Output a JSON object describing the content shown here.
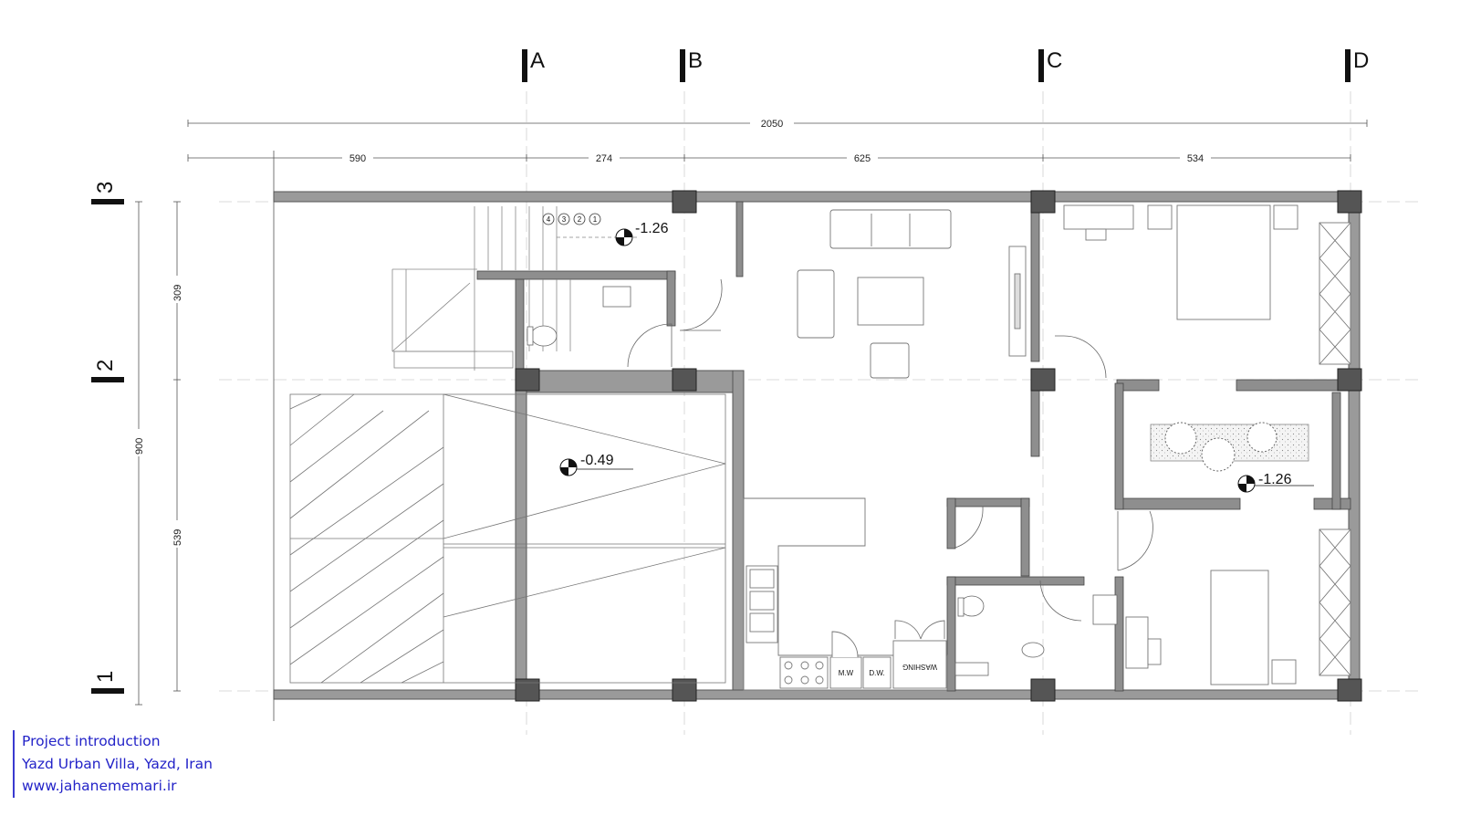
{
  "caption": {
    "line1": "Project introduction",
    "line2": "Yazd Urban Villa, Yazd, Iran",
    "line3": "www.jahanememari.ir"
  },
  "grid_axes": {
    "columns": [
      "A",
      "B",
      "C",
      "D"
    ],
    "rows": [
      "3",
      "2",
      "1"
    ]
  },
  "dimensions": {
    "overall_width": "2050",
    "col_spans": [
      "590",
      "274",
      "625",
      "534"
    ],
    "overall_depth": "900",
    "row_spans": [
      "309",
      "539"
    ]
  },
  "levels": {
    "stair_landing": "-1.26",
    "parking": "-0.49",
    "courtyard": "-1.26"
  },
  "stair_steps": [
    "4",
    "3",
    "2",
    "1"
  ],
  "appliances": {
    "microwave": "M.W",
    "dishwasher": "D.W.",
    "washing": "WASHING"
  },
  "colors": {
    "wall": "#9a9a9a",
    "column": "#555555",
    "line": "#6a6a6a",
    "caption": "#2323c8"
  }
}
